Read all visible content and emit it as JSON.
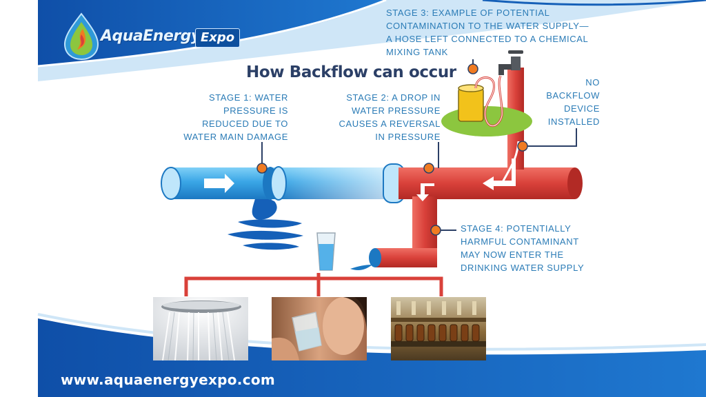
{
  "logo": {
    "brand_primary": "AquaEnergy",
    "brand_badge": "Expo",
    "icon": "water-flame-drop-icon"
  },
  "title": "How Backflow can occur",
  "stages": {
    "stage1": [
      "STAGE 1: WATER",
      "PRESSURE IS",
      "REDUCED DUE TO",
      "WATER MAIN DAMAGE"
    ],
    "stage2": [
      "STAGE 2: A DROP IN",
      "WATER PRESSURE",
      "CAUSES A REVERSAL",
      "IN PRESSURE"
    ],
    "stage3": [
      "STAGE 3: EXAMPLE OF POTENTIAL",
      "CONTAMINATION TO THE WATER SUPPLY—",
      "A HOSE LEFT CONNECTED TO A CHEMICAL",
      "MIXING TANK"
    ],
    "stage4": [
      "STAGE 4: POTENTIALLY",
      "HARMFUL CONTAMINANT",
      "MAY NOW ENTER THE",
      "DRINKING WATER SUPPLY"
    ],
    "no_device": [
      "NO",
      "BACKFLOW",
      "DEVICE",
      "INSTALLED"
    ]
  },
  "photos": [
    "shower-head-photo",
    "woman-drinking-water-photo",
    "bottling-plant-photo"
  ],
  "footer": {
    "url": "www.aquaenergyexpo.com"
  },
  "colors": {
    "brand_blue": "#1560b8",
    "label_blue": "#2a7bb6",
    "title_navy": "#2b3f66",
    "clean_pipe": "#3aa6e6",
    "contaminated_pipe": "#d9413a",
    "callout_orange": "#f07b22",
    "tank_green": "#8cc63f"
  }
}
